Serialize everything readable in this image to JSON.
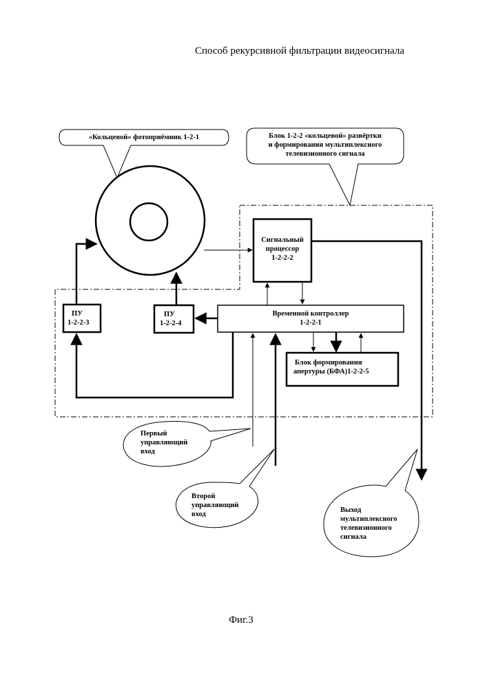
{
  "header": {
    "title": "Способ рекурсивной фильтрации видеосигнала"
  },
  "callouts": {
    "photodetector": "«Кольцевой» фотоприёмник 1-2-1",
    "scan_block": [
      "Блок 1-2-2 «кольцевой» развёртки",
      "и формирования мультиплексного",
      "телевизионного сигнала"
    ],
    "input1": [
      "Первый",
      "управляющий",
      "вход"
    ],
    "input2": [
      "Второй",
      "управляющий",
      "вход"
    ],
    "output": [
      "Выход",
      "мультиплексного",
      "телевизионного",
      "сигнала"
    ]
  },
  "blocks": {
    "signal_processor": [
      "Сигнальный",
      "процессор",
      "1-2-2-2"
    ],
    "timing_controller": [
      "Временной контроллер",
      "1-2-2-1"
    ],
    "pu3": [
      "ПУ",
      "1-2-2-3"
    ],
    "pu4": [
      "ПУ",
      "1-2-2-4"
    ],
    "bfa": [
      "Блок формирования",
      "апертуры  (БФА)1-2-2-5"
    ]
  },
  "footer": {
    "caption": "Фиг.3"
  }
}
